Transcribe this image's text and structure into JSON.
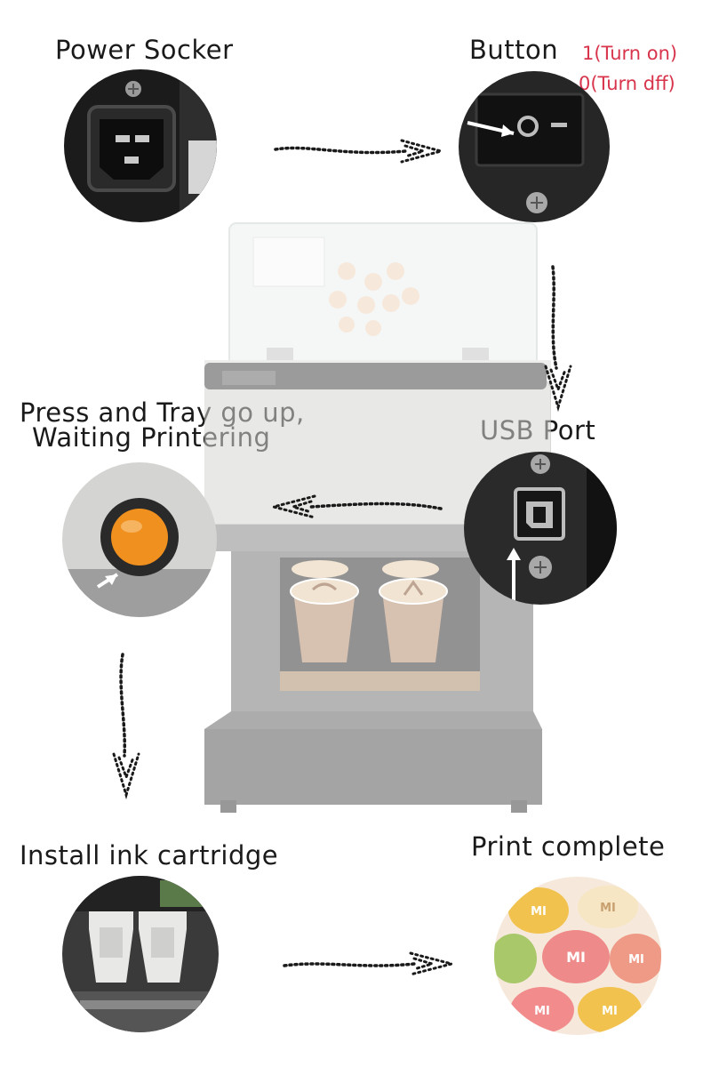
{
  "steps": {
    "power_socket": {
      "label": "Power Socker"
    },
    "button": {
      "label": "Button",
      "note_on": "1(Turn on)",
      "note_off": "0(Turn dff)"
    },
    "tray_button": {
      "label_line1": "Press and Tray go up,",
      "label_line2": "Waiting Printering"
    },
    "usb_port": {
      "label": "USB Port"
    },
    "ink_cartridge": {
      "label": "Install ink cartridge"
    },
    "print_complete": {
      "label": "Print complete",
      "macaron_text": "MI"
    }
  },
  "colors": {
    "note": "#d8344c",
    "tray_button": "#f0901e",
    "machine_body": "#d8d8d4",
    "machine_base": "#5a5a5a",
    "macaron_pink": "#ef8a8a",
    "macaron_yellow": "#f2c24e",
    "macaron_green": "#a8c86a"
  }
}
